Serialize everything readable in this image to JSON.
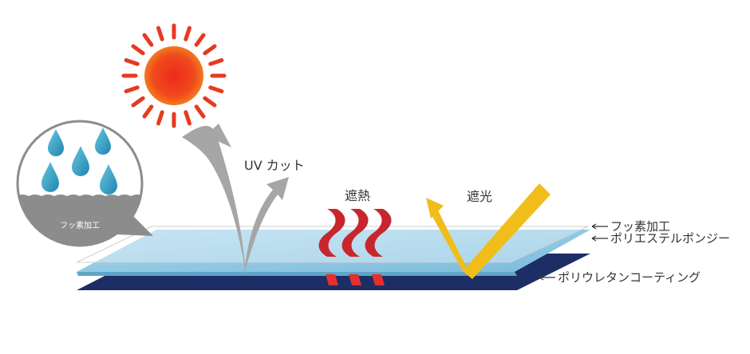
{
  "labels": {
    "uv_cut": "UV カット",
    "heat_shield": "遮熱",
    "light_shield": "遮光",
    "fluorine_inset": "フッ素加工"
  },
  "layers": [
    {
      "text": "フッ素加工",
      "color": "#ffffff"
    },
    {
      "text": "ポリエステルポンジー",
      "color": "#8fc8e4"
    },
    {
      "text": "ポリウレタンコーティング",
      "color": "#1d2d66"
    }
  ],
  "colors": {
    "sun_core": "#ee2a1b",
    "sun_ray": "#e63a20",
    "uv_arrow": "#a6a6a6",
    "heat": "#c8262e",
    "light": "#f0bd1a",
    "water_drop": "#3aa9c9",
    "inset_ground": "#8c8c8c"
  },
  "icons": [
    "sun-icon",
    "water-drop-icon",
    "uv-arrow-icon",
    "heat-wave-icon",
    "light-arrow-icon"
  ]
}
